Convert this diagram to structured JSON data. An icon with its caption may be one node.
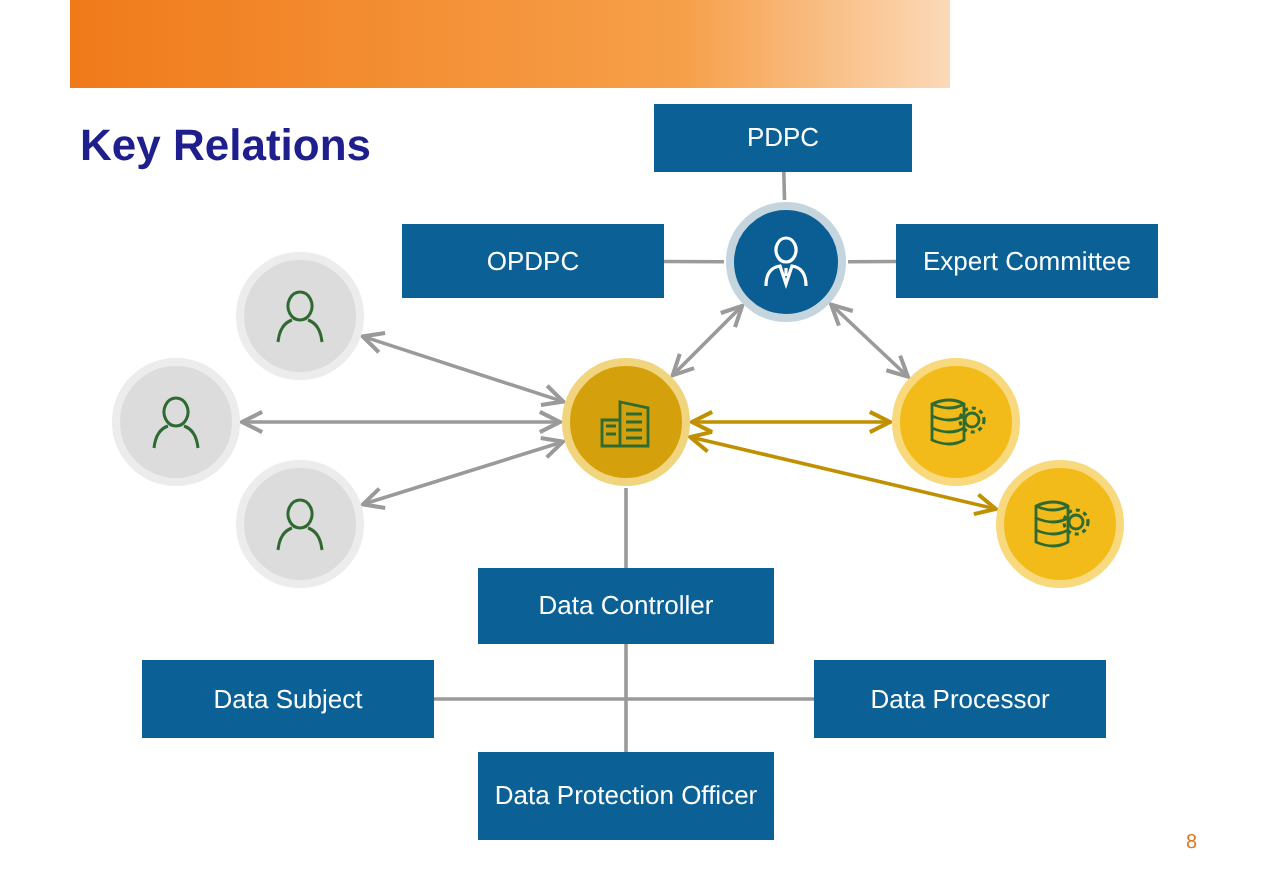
{
  "diagram": {
    "title": "Key Relations",
    "nodes": [
      {
        "text": [
          "PDPC"
        ]
      },
      {
        "text": [
          "OPDPC"
        ]
      },
      {
        "text": [
          "Expert Committee"
        ]
      },
      {
        "text": [],
        "shape": "circle"
      },
      {
        "text": [],
        "shape": "circle"
      },
      {
        "text": [],
        "shape": "circle"
      },
      {
        "text": [],
        "shape": "circle"
      },
      {
        "text": [],
        "shape": "circle"
      },
      {
        "text": [],
        "shape": "circle"
      },
      {
        "text": [],
        "shape": "circle"
      },
      {
        "text": [
          "Data Controller"
        ]
      },
      {
        "text": [
          "Data Subject"
        ]
      },
      {
        "text": [
          "Data Processor"
        ]
      },
      {
        "text": [
          "Data Protection Officer"
        ]
      }
    ],
    "edges": [
      {
        "from": 0,
        "to": 3,
        "arrow": "none"
      },
      {
        "from": 1,
        "to": 3,
        "arrow": "none"
      },
      {
        "from": 2,
        "to": 3,
        "arrow": "none"
      },
      {
        "from": 3,
        "to": 7,
        "arrow": "both"
      },
      {
        "from": 3,
        "to": 8,
        "arrow": "both"
      },
      {
        "from": 4,
        "to": 7,
        "arrow": "both"
      },
      {
        "from": 5,
        "to": 7,
        "arrow": "both"
      },
      {
        "from": 6,
        "to": 7,
        "arrow": "both"
      },
      {
        "from": 7,
        "to": 8,
        "arrow": "both",
        "color": "#c09000"
      },
      {
        "from": 7,
        "to": 9,
        "arrow": "both",
        "color": "#c09000"
      },
      {
        "from": 7,
        "to": 10,
        "arrow": "none"
      },
      {
        "from": 11,
        "to": 12,
        "arrow": "none"
      },
      {
        "from": 10,
        "to": 13,
        "arrow": "none"
      }
    ],
    "labels": [
      "8"
    ]
  }
}
